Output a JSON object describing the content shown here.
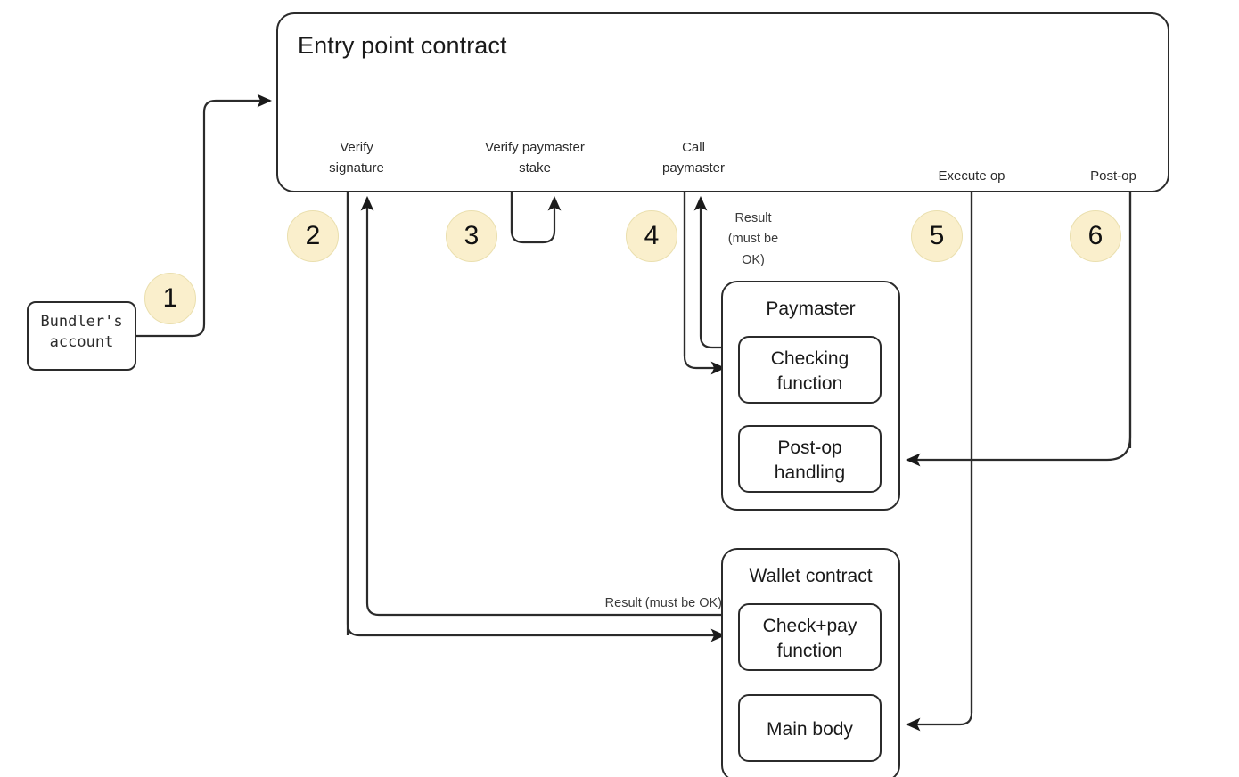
{
  "diagram": {
    "title": "Entry point contract",
    "accent_badge_fill": "#faefcc",
    "accent_badge_stroke": "#eadfae",
    "line_color": "#2b2b2b",
    "box_stroke": "#2b2b2b",
    "background": "#ffffff"
  },
  "entry_point": {
    "title": "Entry point contract",
    "ports": [
      {
        "id": "verify-signature",
        "label": "Verify\nsignature"
      },
      {
        "id": "verify-paymaster-stake",
        "label": "Verify paymaster\nstake"
      },
      {
        "id": "call-paymaster",
        "label": "Call\npaymaster"
      },
      {
        "id": "execute-op",
        "label": "Execute op"
      },
      {
        "id": "post-op",
        "label": "Post-op"
      }
    ]
  },
  "nodes": {
    "bundler": {
      "label": "Bundler's\naccount"
    },
    "paymaster": {
      "title": "Paymaster",
      "children": [
        {
          "id": "checking-function",
          "label": "Checking\nfunction"
        },
        {
          "id": "post-op-handling",
          "label": "Post-op\nhandling"
        }
      ]
    },
    "wallet": {
      "title": "Wallet contract",
      "children": [
        {
          "id": "check-pay-function",
          "label": "Check+pay\nfunction"
        },
        {
          "id": "main-body",
          "label": "Main body"
        }
      ]
    }
  },
  "steps": [
    {
      "number": "1"
    },
    {
      "number": "2"
    },
    {
      "number": "3"
    },
    {
      "number": "4"
    },
    {
      "number": "5"
    },
    {
      "number": "6"
    }
  ],
  "edge_labels": {
    "paymaster_result": "Result\n(must be\nOK)",
    "wallet_result": "Result (must be OK)"
  }
}
